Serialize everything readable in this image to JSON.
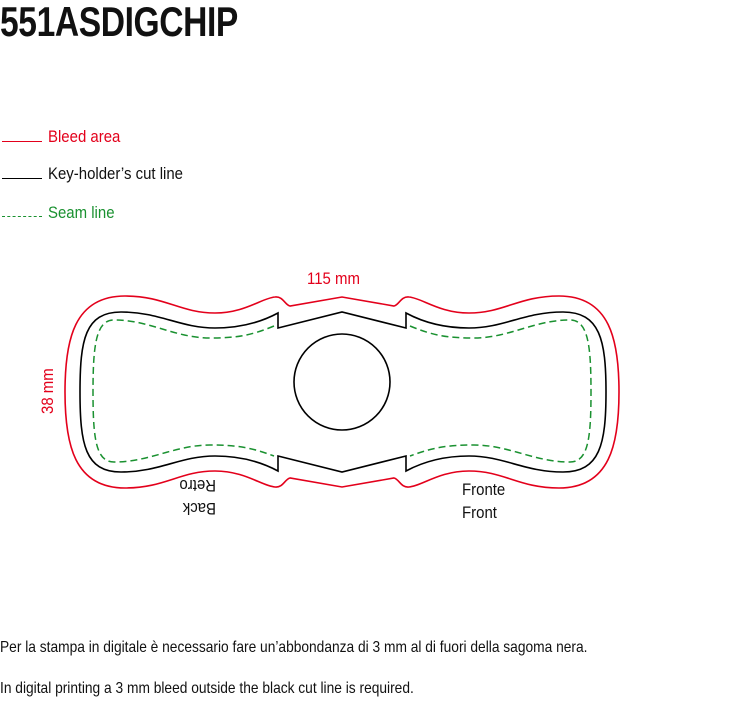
{
  "title": "551ASDIGCHIP",
  "legend": [
    {
      "label": "Bleed area",
      "color": "#e3001b",
      "style": "solid"
    },
    {
      "label": "Key-holder’s cut line",
      "color": "#000000",
      "style": "solid"
    },
    {
      "label": "Seam line",
      "color": "#1a9130",
      "style": "dashed"
    }
  ],
  "diagram": {
    "width_label": "115 mm",
    "height_label": "38 mm",
    "back_labels": [
      "Back",
      "Retro"
    ],
    "front_labels": [
      "Fronte",
      "Front"
    ]
  },
  "notes": {
    "italian": "Per la stampa in digitale è necessario fare un’abbondanza di 3 mm al di fuori della sagoma nera.",
    "english": "In digital printing a 3 mm bleed outside the black cut line is required."
  }
}
